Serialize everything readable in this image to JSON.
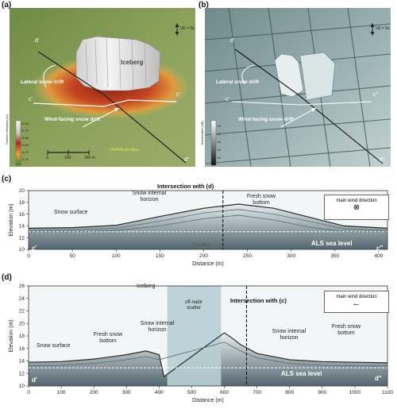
{
  "figure": {
    "panels": {
      "a": {
        "label": "(a)",
        "ve_text": "VE = 5x",
        "iceberg_label": "Iceberg",
        "lateral_label": "Lateral snow drift",
        "wind_label": "Wind-facing snow drift",
        "profile_label": "UWBM-profiles",
        "scale_ticks": [
          "0",
          "100",
          "200 m"
        ],
        "colorbar_title": "Surface elevation (m)",
        "colorbar_ticks": [
          "19.60",
          "17.75",
          "15.65",
          "14.60",
          "13.75",
          "12.75"
        ],
        "markers": [
          "d'",
          "c'",
          "c''",
          "d''"
        ],
        "colors": {
          "terrain": "#7d9a56",
          "drift": "#c8401e",
          "iceberg": "#e8e8e8"
        }
      },
      "b": {
        "label": "(b)",
        "ve_text": "VE = 5x",
        "lateral_label": "Lateral snow drift",
        "wind_label": "Wind-facing snow drift",
        "colorbar_title": "Backscatter (dB)",
        "colorbar_ticks": [
          "-10",
          "-20",
          "-30",
          "-40",
          "-50"
        ],
        "markers": [
          "d'",
          "c'",
          "c''",
          "d''"
        ]
      },
      "c": {
        "label": "(c)",
        "annotations": {
          "intersection": "Intersection with (d)",
          "snow_internal": "Snow internal horizon",
          "fresh_snow": "Fresh snow bottom",
          "snow_surface": "Snow surface",
          "flooding": "Flooding",
          "als": "ALS sea level",
          "left_marker": "c'",
          "right_marker": "c''"
        },
        "legend": {
          "title": "main wind direction",
          "symbol": "⊗"
        }
      },
      "d": {
        "label": "(d)",
        "annotations": {
          "iceberg": "Iceberg",
          "off_nadir": "off-nadir scatter",
          "intersection": "Intersection with (c)",
          "snow_surface": "Snow surface",
          "fresh_snow_left": "Fresh snow bottom",
          "snow_internal_left": "Snow internal horizon",
          "snow_internal_right": "Snow internal horizon",
          "fresh_snow_right": "Fresh snow bottom",
          "als": "ALS sea level",
          "left_marker": "d'",
          "right_marker": "d''"
        },
        "legend": {
          "title": "main wind direction",
          "symbol": "←"
        }
      }
    }
  },
  "chart_data": [
    {
      "type": "area",
      "panel": "c",
      "xlabel": "Distance (m)",
      "ylabel": "Elevation (m)",
      "xlim": [
        0,
        410
      ],
      "ylim": [
        10,
        20
      ],
      "xticks": [
        0,
        50,
        100,
        150,
        200,
        250,
        300,
        350,
        400
      ],
      "yticks": [
        10,
        12,
        14,
        16,
        18,
        20
      ],
      "sea_level": 13.0,
      "intersection_x": 222,
      "series": [
        {
          "name": "Snow surface",
          "x": [
            0,
            50,
            100,
            150,
            200,
            240,
            280,
            320,
            360,
            410
          ],
          "y": [
            13.6,
            13.7,
            14.1,
            15.6,
            17.0,
            17.7,
            17.0,
            15.5,
            14.0,
            13.6
          ]
        },
        {
          "name": "Snow internal horizon",
          "x": [
            0,
            50,
            100,
            150,
            200,
            240,
            280,
            320,
            360,
            410
          ],
          "y": [
            13.2,
            13.3,
            13.6,
            14.8,
            16.2,
            16.8,
            16.0,
            14.8,
            13.5,
            13.2
          ]
        },
        {
          "name": "Fresh snow bottom",
          "x": [
            0,
            50,
            100,
            150,
            200,
            240,
            280,
            320,
            360,
            410
          ],
          "y": [
            13.0,
            13.0,
            13.2,
            14.0,
            15.2,
            15.8,
            15.0,
            13.8,
            13.0,
            13.0
          ]
        }
      ]
    },
    {
      "type": "area",
      "panel": "d",
      "xlabel": "Distance (m)",
      "ylabel": "Elevation (m)",
      "xlim": [
        0,
        1100
      ],
      "ylim": [
        10,
        26
      ],
      "xticks": [
        0,
        100,
        200,
        300,
        400,
        500,
        600,
        700,
        800,
        900,
        1000,
        1100
      ],
      "yticks": [
        10,
        12,
        14,
        16,
        18,
        20,
        22,
        24,
        26
      ],
      "sea_level": 12.9,
      "intersection_x": 668,
      "iceberg_range": [
        425,
        590
      ],
      "series": [
        {
          "name": "Snow surface",
          "x": [
            0,
            100,
            200,
            300,
            360,
            400,
            415,
            600,
            620,
            650,
            700,
            800,
            900,
            1000,
            1100
          ],
          "y": [
            13.8,
            13.9,
            14.3,
            15.0,
            15.6,
            15.0,
            11.5,
            18.5,
            17.8,
            16.6,
            15.2,
            14.2,
            13.9,
            13.8,
            13.7
          ]
        },
        {
          "name": "Fresh snow bottom",
          "x": [
            0,
            100,
            200,
            300,
            360,
            400,
            600,
            650,
            700,
            800,
            900,
            1000,
            1100
          ],
          "y": [
            13.2,
            13.3,
            13.6,
            14.2,
            14.7,
            14.2,
            17.0,
            15.6,
            14.5,
            13.6,
            13.3,
            13.2,
            13.2
          ]
        }
      ]
    }
  ]
}
